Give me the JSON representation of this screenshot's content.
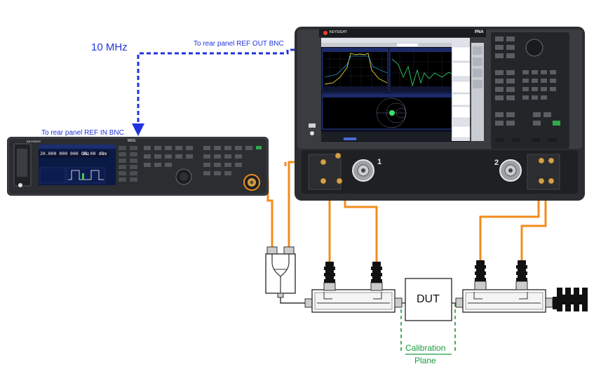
{
  "labels": {
    "freq": "10 MHz",
    "ref_out": "To rear panel REF OUT BNC",
    "ref_in": "To rear panel REF IN BNC",
    "dut": "DUT",
    "cal_line1": "Calibration",
    "cal_line2": "Plane"
  },
  "vna": {
    "brand": "KEYSIGHT",
    "model": "PNA",
    "port1": "1",
    "port2": "2"
  },
  "siggen": {
    "brand": "KEYSIGHT",
    "model": "MXG",
    "freq_readout": "20.000 000 000 GHz",
    "power_readout": "15.00 dBm"
  },
  "colors": {
    "cable": "#f28c1e",
    "reference_line": "#2233dd",
    "cal_plane": "#1a9a3a",
    "instrument_body": "#2b2d30",
    "screen": "#0d0f1e"
  }
}
